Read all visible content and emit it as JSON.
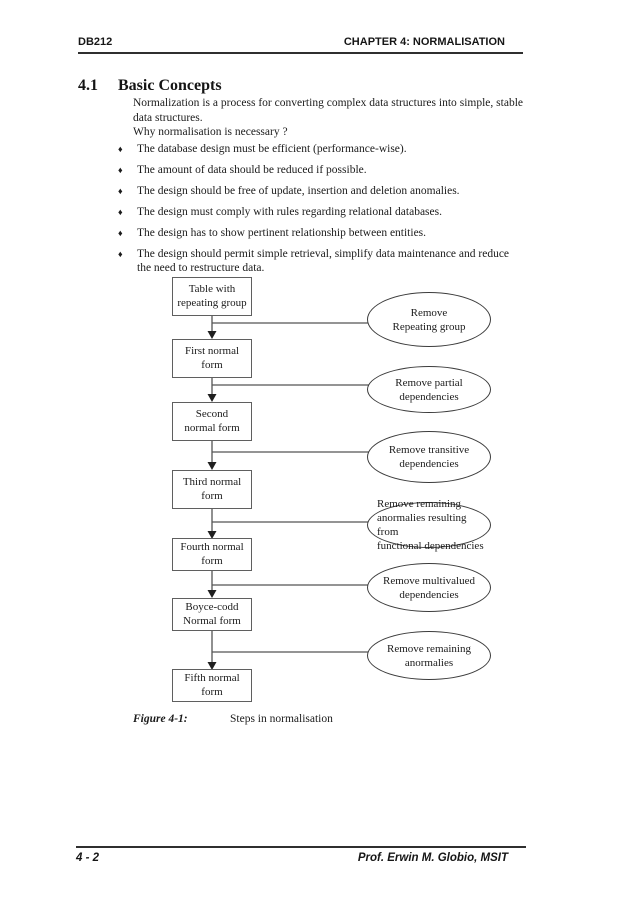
{
  "header": {
    "left": "DB212",
    "right": "CHAPTER 4: NORMALISATION"
  },
  "section": {
    "number": "4.1",
    "title": "Basic Concepts",
    "intro": "Normalization is a process for converting complex data structures into simple, stable data structures.",
    "question": "Why normalisation is necessary ?",
    "bullet_glyph": "♦",
    "bullets": [
      "The database design must be efficient (performance-wise).",
      "The amount of data should be reduced if possible.",
      "The design should be free of update, insertion and deletion anomalies.",
      "The design must comply with rules regarding relational databases.",
      "The design has to show pertinent relationship between entities.",
      "The design should permit simple retrieval, simplify data maintenance and reduce the need to restructure data."
    ]
  },
  "figure": {
    "label": "Figure 4-1:",
    "caption": "Steps in normalisation",
    "boxes": [
      "Table with\nrepeating group",
      "First normal\nform",
      "Second\nnormal form",
      "Third normal\nform",
      "Fourth normal\nform",
      "Boyce-codd\nNormal form",
      "Fifth normal\nform"
    ],
    "ellipses": [
      "Remove\nRepeating group",
      "Remove partial\ndependencies",
      "Remove transitive\ndependencies",
      "Remove remaining\nanormalies resulting from\nfunctional dependencies",
      "Remove multivalued\ndependencies",
      "Remove remaining\nanormalies"
    ]
  },
  "footer": {
    "left": "4 - 2",
    "right": "Prof. Erwin M. Globio, MSIT"
  }
}
